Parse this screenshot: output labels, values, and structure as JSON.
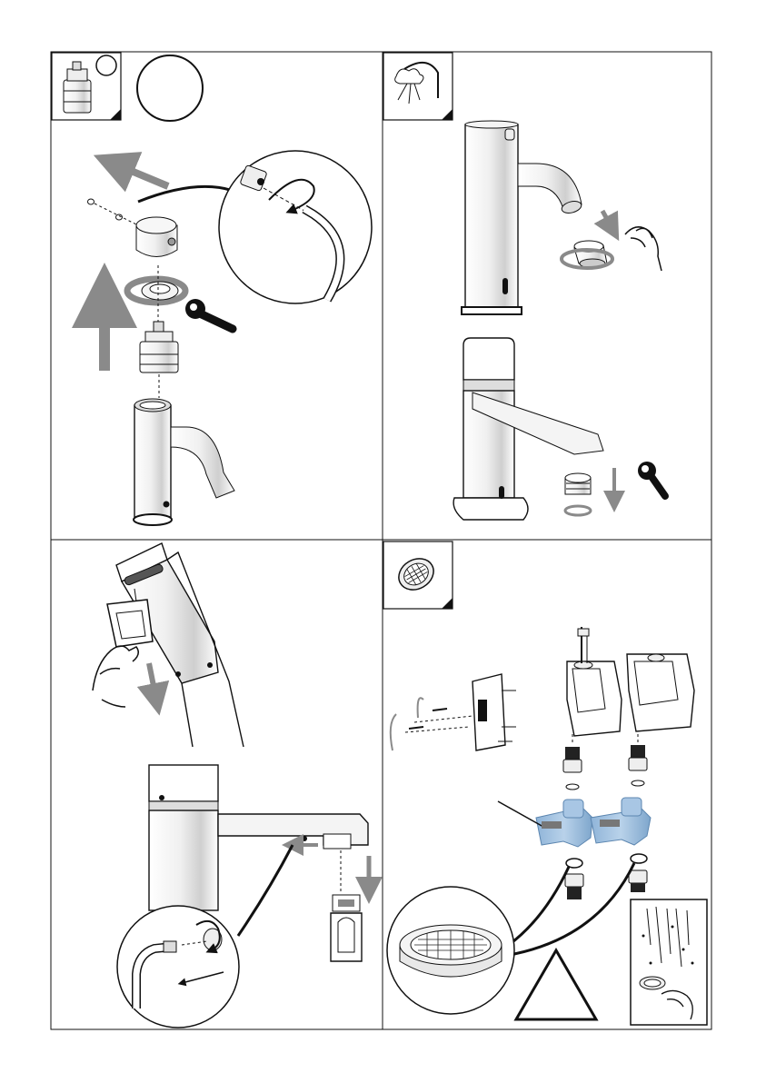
{
  "page": {
    "type": "instruction-manual-page",
    "panels": [
      {
        "id": "cartridge-replacement",
        "icon": "cartridge-icon"
      },
      {
        "id": "aerator-cleaning",
        "icon": "aerator-shower-icon"
      },
      {
        "id": "spout-aerator-removal",
        "icon": "hand-icon"
      },
      {
        "id": "filter-cleaning",
        "icon": "filter-screen-icon"
      }
    ]
  },
  "colors": {
    "line": "#111111",
    "arrow": "#8a8a8a",
    "shade": "#d8d8d8",
    "light": "#ececec",
    "background": "#ffffff"
  }
}
